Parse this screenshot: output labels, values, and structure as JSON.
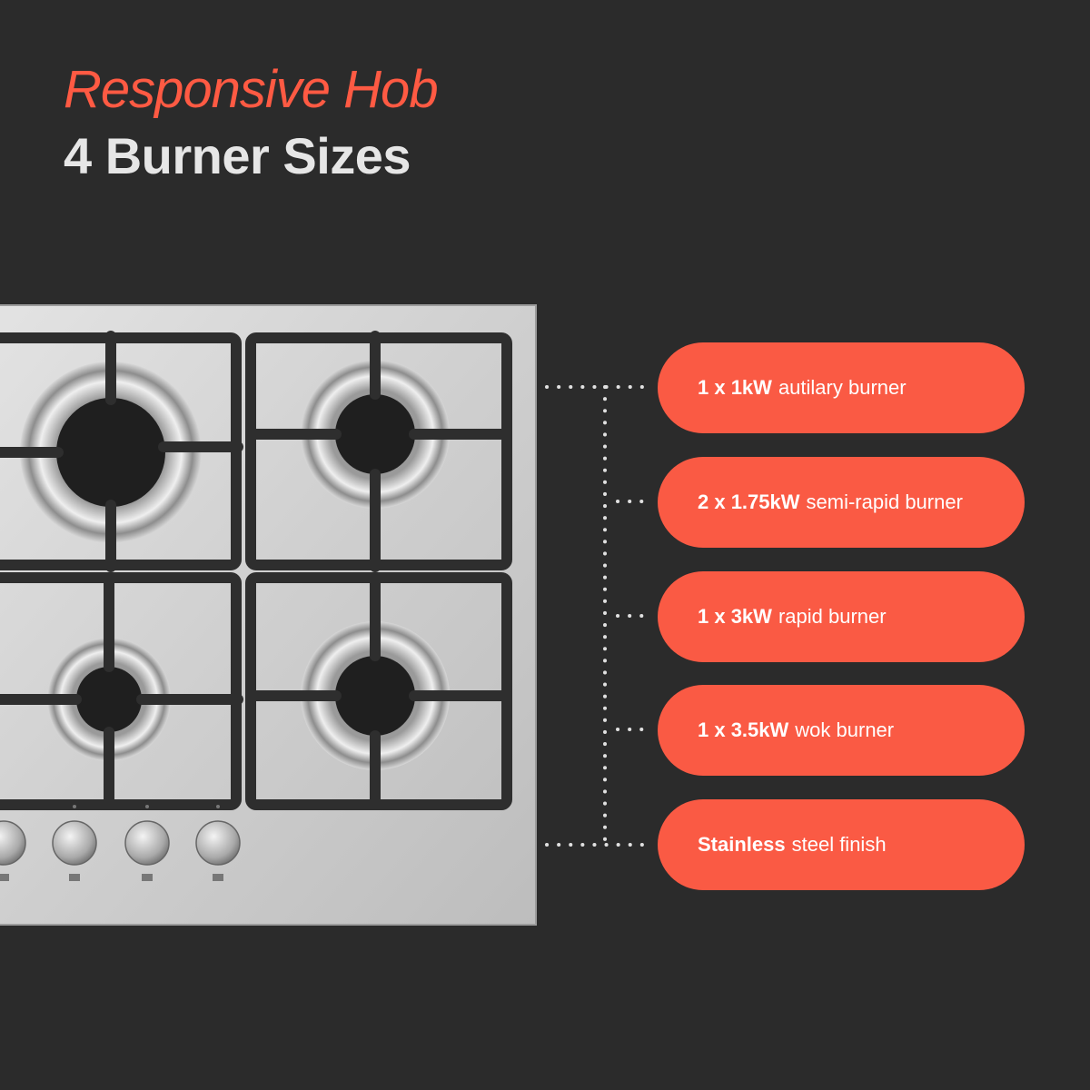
{
  "heading": {
    "line1": "Responsive Hob",
    "line2": "4 Burner Sizes"
  },
  "features": [
    {
      "bold": "1 x 1kW",
      "text": "autilary burner"
    },
    {
      "bold": "2 x 1.75kW",
      "text": "semi-rapid burner"
    },
    {
      "bold": "1 x 3kW",
      "text": "rapid burner"
    },
    {
      "bold": "1 x 3.5kW",
      "text": "wok burner"
    },
    {
      "bold": "Stainless",
      "text": "steel finish"
    }
  ],
  "colors": {
    "background": "#2b2b2b",
    "accent": "#fa5a44",
    "heading_secondary": "#e6e6e6"
  },
  "icons": [
    "gas-hob-image",
    "control-knob-icon",
    "dotted-connector-icon"
  ]
}
